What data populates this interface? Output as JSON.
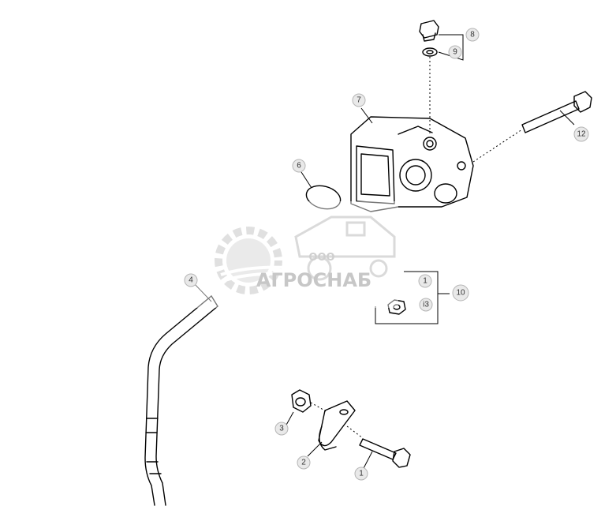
{
  "callouts": [
    {
      "id": "c1",
      "label": "1"
    },
    {
      "id": "c2",
      "label": "2"
    },
    {
      "id": "c3",
      "label": "3"
    },
    {
      "id": "c4",
      "label": "4"
    },
    {
      "id": "c6",
      "label": "6"
    },
    {
      "id": "c7",
      "label": "7"
    },
    {
      "id": "c8",
      "label": "8"
    },
    {
      "id": "c9",
      "label": "9"
    },
    {
      "id": "c10",
      "label": "10"
    },
    {
      "id": "c11",
      "label": "1"
    },
    {
      "id": "c12",
      "label": "12"
    },
    {
      "id": "c13",
      "label": "i3"
    }
  ],
  "watermark": {
    "company_prefix": "ООО",
    "company_name": "АГРОСНАБ"
  }
}
